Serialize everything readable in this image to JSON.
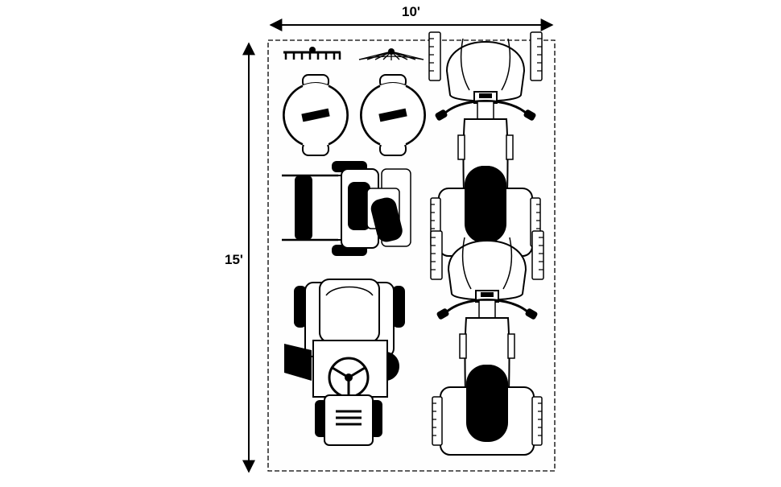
{
  "dimensions": {
    "width_label": "10'",
    "height_label": "15'"
  },
  "items": [
    {
      "name": "garden-rake",
      "icon": "rake-icon"
    },
    {
      "name": "leaf-rake",
      "icon": "fan-rake-icon"
    },
    {
      "name": "hose-reel",
      "icon": "hose-reel-icon"
    },
    {
      "name": "hose-reel",
      "icon": "hose-reel-icon"
    },
    {
      "name": "push-lawn-mower",
      "icon": "push-mower-icon"
    },
    {
      "name": "riding-lawn-tractor",
      "icon": "riding-mower-icon"
    },
    {
      "name": "motorcycle",
      "icon": "motorcycle-icon"
    },
    {
      "name": "motorcycle",
      "icon": "motorcycle-icon"
    }
  ],
  "colors": {
    "ink": "#000000",
    "paper": "#ffffff",
    "mat": "#fefefe"
  }
}
